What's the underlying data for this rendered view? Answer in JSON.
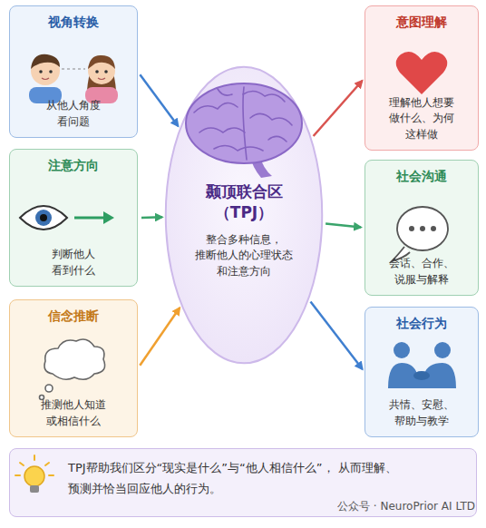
{
  "diagram": {
    "nodes": [
      {
        "text": [
          "视角转换",
          "从他人角度 看问题"
        ]
      },
      {
        "text": [
          "注意方向",
          "判断他人 看到什么"
        ]
      },
      {
        "text": [
          "信念推断",
          "推测他人知道 或相信什么"
        ]
      },
      {
        "text": [
          "颞顶联合区 （TPJ）",
          "整合多种信息， 推断他人的心理状态 和注意方向"
        ]
      },
      {
        "text": [
          "意图理解",
          "理解他人想要 做什么、为何 这样做"
        ]
      },
      {
        "text": [
          "社会沟通",
          "会话、合作、 说服与解释"
        ]
      },
      {
        "text": [
          "社会行为",
          "共情、安慰、 帮助与教学"
        ]
      },
      {
        "text": [
          "TPJ帮助我们区分“现实是什么”与“他人相信什么”， 从而理解、预测并恰当回应他人的行为。"
        ]
      }
    ],
    "edges": [
      {
        "from": 0,
        "to": 3,
        "arrow": "to"
      },
      {
        "from": 1,
        "to": 3,
        "arrow": "to"
      },
      {
        "from": 2,
        "to": 3,
        "arrow": "to"
      },
      {
        "from": 3,
        "to": 4,
        "arrow": "to"
      },
      {
        "from": 3,
        "to": 5,
        "arrow": "to"
      },
      {
        "from": 3,
        "to": 6,
        "arrow": "to"
      }
    ],
    "labels": [
      "公众号 · NeuroPrior AI LTD"
    ]
  }
}
